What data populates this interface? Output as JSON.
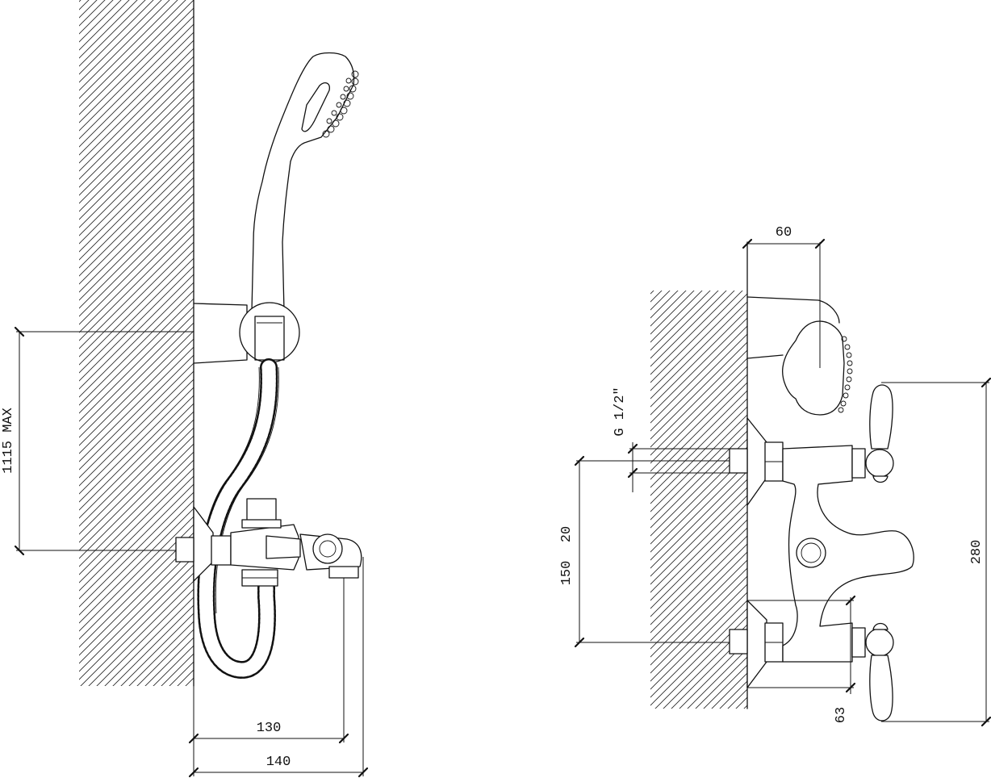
{
  "dimensions": {
    "left_view": {
      "max_height": "1115 MAX",
      "projection_inner": "130",
      "projection_outer": "140"
    },
    "right_view": {
      "connection_thread": "G 1/2\"",
      "top_width": "60",
      "inlet_offset": "20",
      "inlet_spacing": "150",
      "total_height": "280",
      "handle_offset": "63"
    }
  }
}
